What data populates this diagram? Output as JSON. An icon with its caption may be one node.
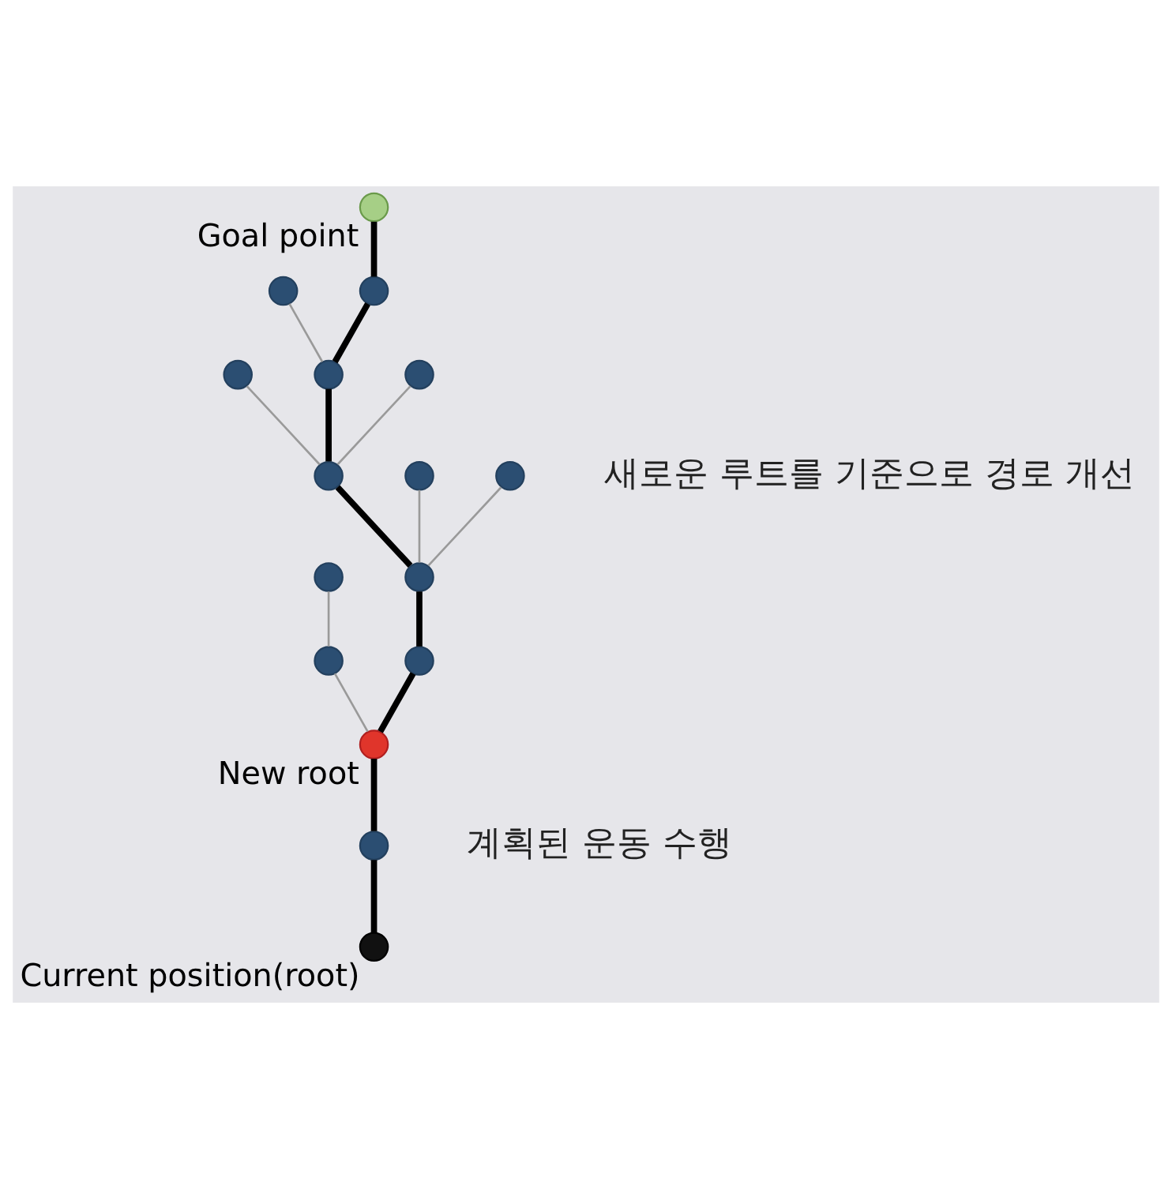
{
  "diagram": {
    "nodes": [
      {
        "text": [],
        "shape": "circle"
      },
      {
        "text": [],
        "shape": "circle",
        "beside": [
          "Goal point"
        ]
      },
      {
        "text": [],
        "shape": "circle"
      },
      {
        "text": [],
        "shape": "circle"
      },
      {
        "text": [],
        "shape": "circle"
      },
      {
        "text": [],
        "shape": "circle"
      },
      {
        "text": [],
        "shape": "circle"
      },
      {
        "text": [],
        "shape": "circle"
      },
      {
        "text": [],
        "shape": "circle"
      },
      {
        "text": [],
        "shape": "circle"
      },
      {
        "text": [],
        "shape": "circle"
      },
      {
        "text": [],
        "shape": "circle"
      },
      {
        "text": [],
        "shape": "circle"
      },
      {
        "text": [],
        "shape": "circle",
        "beside": [
          "New root"
        ]
      },
      {
        "text": [],
        "shape": "circle"
      },
      {
        "text": [],
        "shape": "circle",
        "beside": [
          "Current position(root)"
        ]
      }
    ],
    "edges": [
      {
        "from": 15,
        "to": 14,
        "arrow": "none"
      },
      {
        "from": 14,
        "to": 13,
        "arrow": "none"
      },
      {
        "from": 13,
        "to": 12,
        "arrow": "none"
      },
      {
        "from": 12,
        "to": 10,
        "arrow": "none"
      },
      {
        "from": 10,
        "to": 6,
        "arrow": "none"
      },
      {
        "from": 6,
        "to": 4,
        "arrow": "none"
      },
      {
        "from": 4,
        "to": 2,
        "arrow": "none"
      },
      {
        "from": 2,
        "to": 1,
        "arrow": "none"
      },
      {
        "from": 13,
        "to": 11,
        "arrow": "none",
        "color": "#9a9a9a"
      },
      {
        "from": 11,
        "to": 8,
        "arrow": "none",
        "color": "#9a9a9a"
      },
      {
        "from": 10,
        "to": 9,
        "arrow": "none",
        "color": "#9a9a9a"
      },
      {
        "from": 10,
        "to": 7,
        "arrow": "none",
        "color": "#9a9a9a"
      },
      {
        "from": 6,
        "to": 3,
        "arrow": "none",
        "color": "#9a9a9a"
      },
      {
        "from": 6,
        "to": 5,
        "arrow": "none",
        "color": "#9a9a9a"
      },
      {
        "from": 4,
        "to": 0,
        "arrow": "none",
        "color": "#9a9a9a"
      }
    ],
    "labels": [
      "새로운 루트를 기준으로 경로 개선",
      "계획된 운동 수행"
    ]
  }
}
